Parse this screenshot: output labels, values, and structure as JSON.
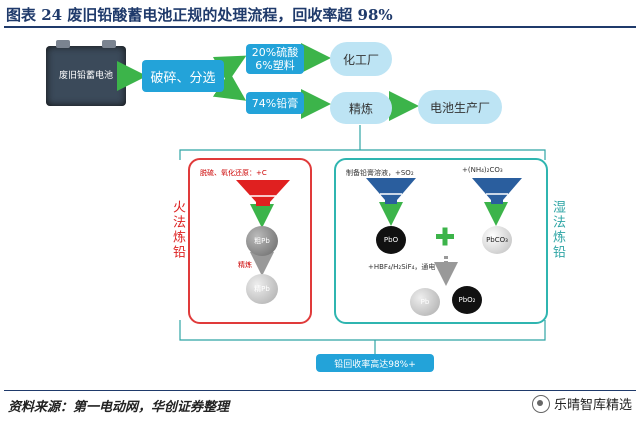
{
  "header": {
    "title": "图表 24    废旧铅酸蓄电池正规的处理流程，回收率超 98%"
  },
  "battery": {
    "label": "废旧铅蓄电池"
  },
  "flow": {
    "crush": "破碎、分选",
    "sulfuric": "20%硫酸",
    "plastic": "6%塑料",
    "lead_paste": "74%铅膏",
    "chem_plant": "化工厂",
    "refine": "精炼",
    "battery_plant": "电池生产厂"
  },
  "fire": {
    "label": "火法炼铅",
    "step": "脱硫、氧化还原：+C",
    "crude": "粗Pb",
    "refining": "精炼",
    "fine": "精Pb"
  },
  "wet": {
    "label": "湿法炼铅",
    "step1": "制备铅膏溶液，+SO₂",
    "step2": "+(NH₄)₂CO₃",
    "pbo": "PbO",
    "pbco3": "PbCO₃",
    "electro": "+HBF₄/H₂SiF₄，通电",
    "pb": "Pb",
    "pbo2": "PbO₂"
  },
  "recovery": "铅回收率高达98%+",
  "footer": {
    "source": "资料来源：第一电动网，华创证券整理",
    "watermark": "乐晴智库精选"
  },
  "colors": {
    "blue_box": "#23a3d9",
    "oval": "#bde4f4",
    "arrow": "#3cb44a",
    "red": "#e03a3a",
    "teal": "#2fb5b0",
    "navy": "#1f3a6b"
  }
}
